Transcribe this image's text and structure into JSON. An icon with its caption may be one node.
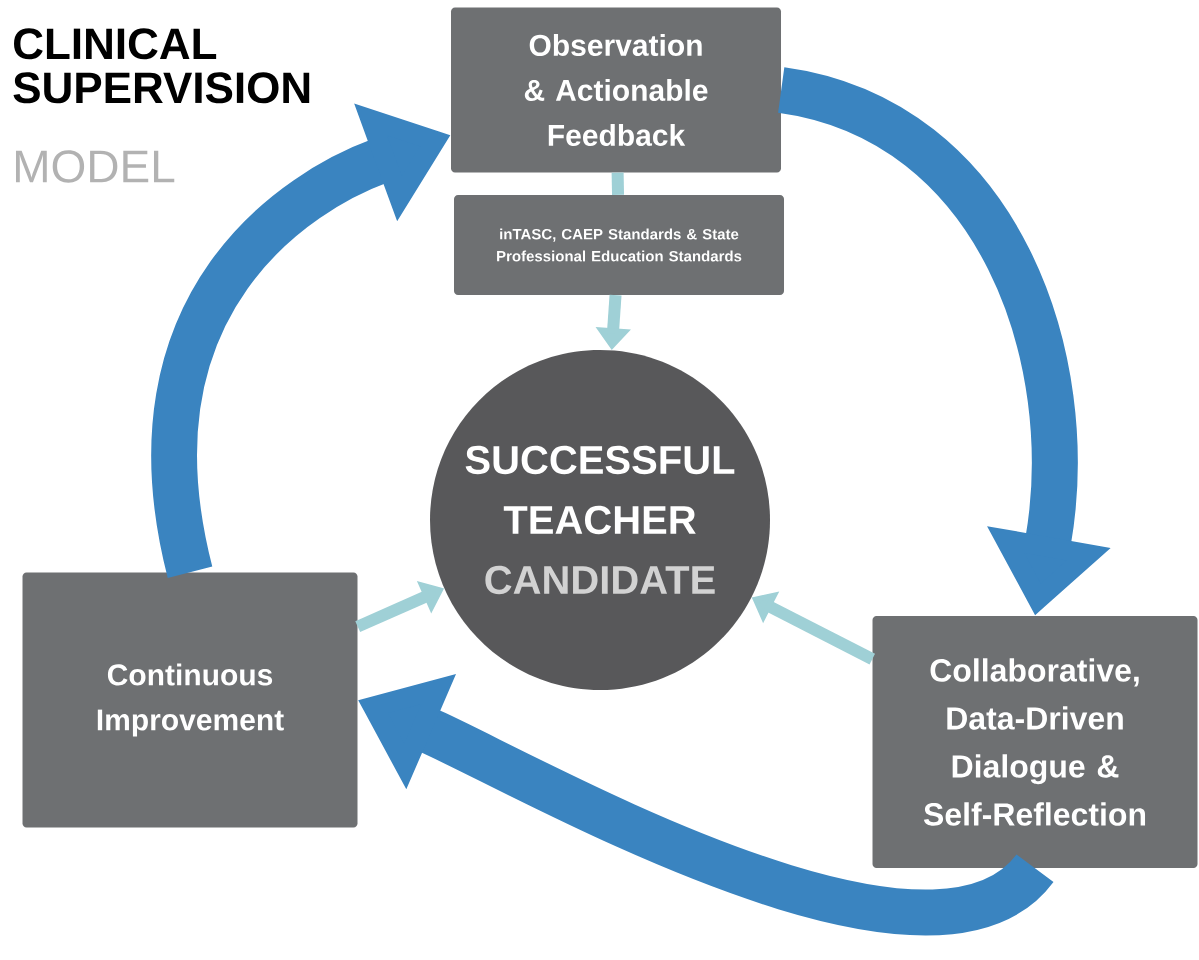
{
  "diagram": {
    "title": "CLINICAL SUPERVISION",
    "nodes": [
      {
        "text": [
          "Observation & Actionable Feedback"
        ]
      },
      {
        "text": [
          "inTASC, CAEP Standards & State Professional Education Standards"
        ]
      },
      {
        "text": [
          "SUCCESSFUL TEACHER",
          "CANDIDATE"
        ]
      },
      {
        "text": [
          "Collaborative, Data-Driven Dialogue & Self-Reflection"
        ]
      },
      {
        "text": [
          "Continuous Improvement"
        ]
      }
    ],
    "edges": [
      {
        "from": 4,
        "to": 0,
        "arrow": "to",
        "style": "thick",
        "color": "#3a84c0"
      },
      {
        "from": 0,
        "to": 3,
        "arrow": "to",
        "style": "thick",
        "color": "#3a84c0"
      },
      {
        "from": 3,
        "to": 4,
        "arrow": "to",
        "style": "thick",
        "color": "#3a84c0"
      },
      {
        "from": 0,
        "to": 1,
        "arrow": "none",
        "color": "#9fd0d6"
      },
      {
        "from": 1,
        "to": 2,
        "arrow": "to",
        "color": "#9fd0d6"
      },
      {
        "from": 4,
        "to": 2,
        "arrow": "to",
        "color": "#9fd0d6"
      },
      {
        "from": 3,
        "to": 2,
        "arrow": "to",
        "color": "#9fd0d6"
      }
    ],
    "labels": [
      "MODEL"
    ]
  }
}
